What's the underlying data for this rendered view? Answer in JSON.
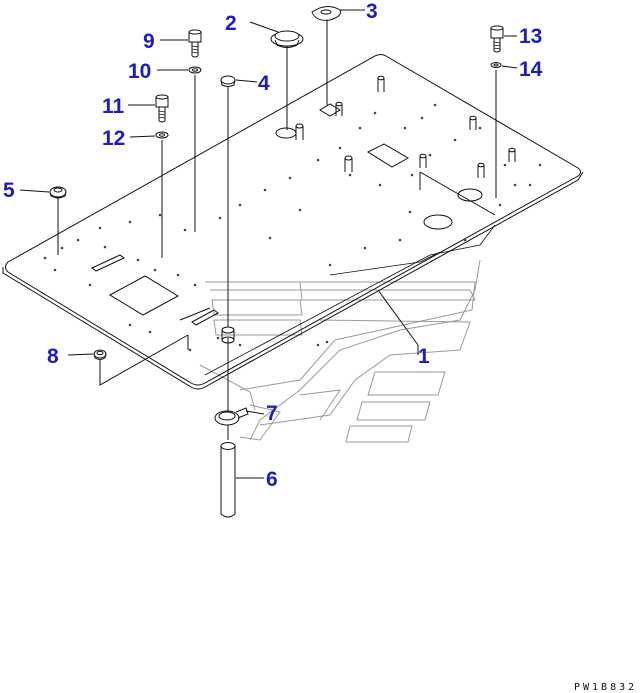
{
  "diagram": {
    "drawing_code": "PW1B832",
    "callouts": [
      {
        "id": "1",
        "label": "1"
      },
      {
        "id": "2",
        "label": "2"
      },
      {
        "id": "3",
        "label": "3"
      },
      {
        "id": "4",
        "label": "4"
      },
      {
        "id": "5",
        "label": "5"
      },
      {
        "id": "6",
        "label": "6"
      },
      {
        "id": "7",
        "label": "7"
      },
      {
        "id": "8",
        "label": "8"
      },
      {
        "id": "9",
        "label": "9"
      },
      {
        "id": "10",
        "label": "10"
      },
      {
        "id": "11",
        "label": "11"
      },
      {
        "id": "12",
        "label": "12"
      },
      {
        "id": "13",
        "label": "13"
      },
      {
        "id": "14",
        "label": "14"
      }
    ],
    "colors": {
      "callout": "#1c1cc8",
      "line": "#111111",
      "hidden": "#9a9a9a"
    }
  }
}
